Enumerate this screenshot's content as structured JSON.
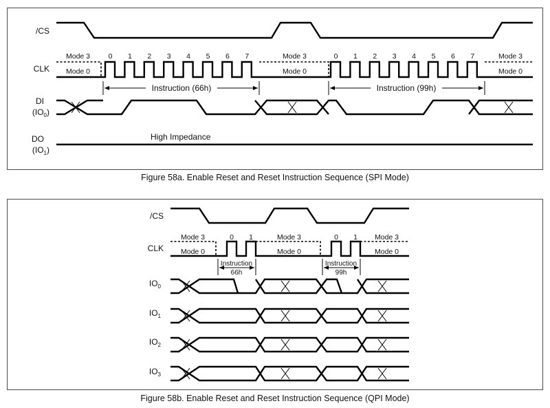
{
  "figure_a": {
    "caption": "Figure 58a. Enable Reset and Reset Instruction Sequence (SPI Mode)",
    "signals": {
      "cs": "/CS",
      "clk": "CLK",
      "di_name": "DI",
      "di_sub": "(IO",
      "di_idx": "0",
      "di_close": ")",
      "do_name": "DO",
      "do_sub": "(IO",
      "do_idx": "1",
      "do_close": ")"
    },
    "mode3": "Mode 3",
    "mode0": "Mode 0",
    "clock_numbers": [
      "0",
      "1",
      "2",
      "3",
      "4",
      "5",
      "6",
      "7"
    ],
    "instruction_1": "Instruction (66h)",
    "instruction_2": "Instruction (99h)",
    "do_state": "High Impedance"
  },
  "figure_b": {
    "caption": "Figure 58b. Enable Reset and Reset Instruction Sequence (QPI Mode)",
    "signals": {
      "cs": "/CS",
      "clk": "CLK",
      "io_prefix": "IO",
      "io_indices": [
        "0",
        "1",
        "2",
        "3"
      ]
    },
    "mode3": "Mode 3",
    "mode0": "Mode 0",
    "clock_numbers": [
      "0",
      "1"
    ],
    "instruction_label": "Instruction",
    "instruction_1_code": "66h",
    "instruction_2_code": "99h"
  }
}
